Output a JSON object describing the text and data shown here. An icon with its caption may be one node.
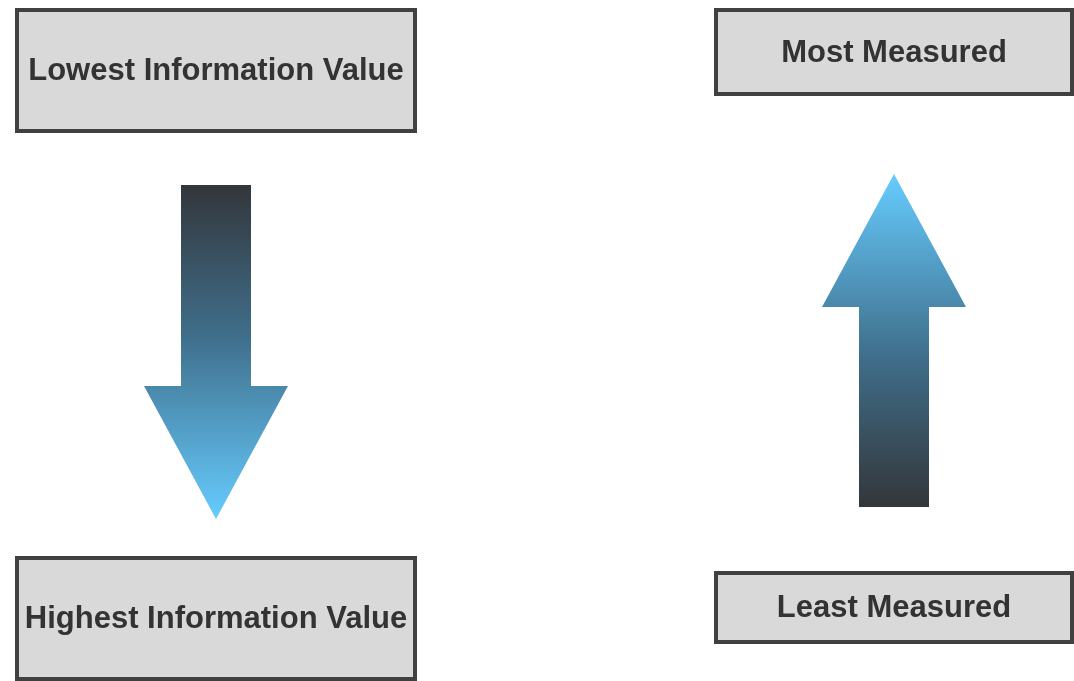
{
  "diagram": {
    "nodes": [
      {
        "text": [
          "Lowest Information Value"
        ]
      },
      {
        "text": [
          "Highest Information Value"
        ]
      },
      {
        "text": [
          "Most Measured"
        ]
      },
      {
        "text": [
          "Least Measured"
        ]
      }
    ],
    "edges": [
      {
        "from": 0,
        "to": 1,
        "arrow": "to"
      },
      {
        "from": 3,
        "to": 2,
        "arrow": "to"
      }
    ]
  }
}
